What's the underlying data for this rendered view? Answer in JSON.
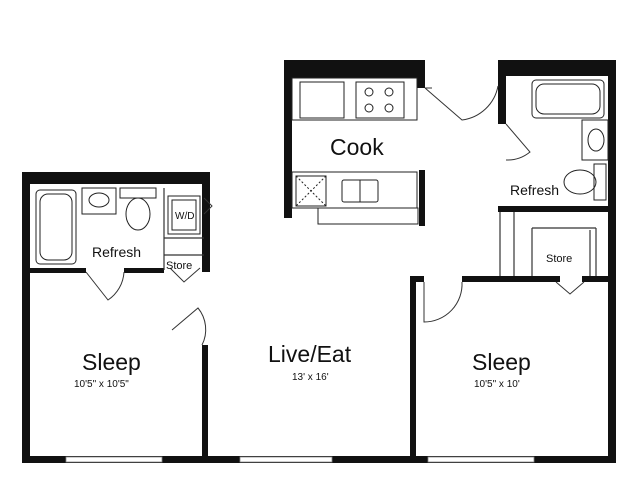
{
  "rooms": {
    "kitchen": {
      "label": "Cook"
    },
    "bath_left": {
      "label": "Refresh"
    },
    "bath_right": {
      "label": "Refresh"
    },
    "store_left": {
      "label": "Store"
    },
    "store_right": {
      "label": "Store"
    },
    "washer_dryer": {
      "label": "W/D"
    },
    "bedroom_left": {
      "label": "Sleep",
      "size": "10'5\" x 10'5\""
    },
    "living": {
      "label": "Live/Eat",
      "size": "13' x 16'"
    },
    "bedroom_right": {
      "label": "Sleep",
      "size": "10'5\" x 10'"
    }
  }
}
